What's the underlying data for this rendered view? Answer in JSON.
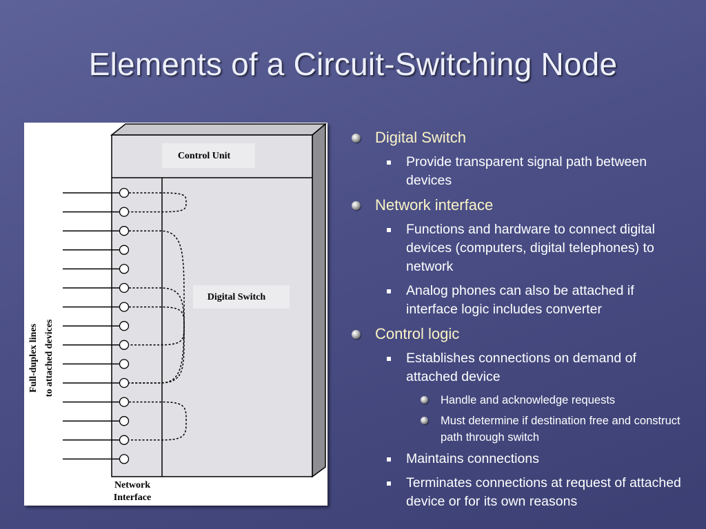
{
  "slide": {
    "title": "Elements of a Circuit-Switching Node"
  },
  "diagram": {
    "control_unit_label": "Control Unit",
    "digital_switch_label": "Digital Switch",
    "network_interface_label_line1": "Network",
    "network_interface_label_line2": "Interface",
    "side_label_line1": "Full-duplex lines",
    "side_label_line2": "to attached devices",
    "port_count": 15
  },
  "bullets": [
    {
      "label": "Digital Switch",
      "items": [
        {
          "label": "Provide transparent signal path between devices"
        }
      ]
    },
    {
      "label": "Network interface",
      "items": [
        {
          "label": "Functions and hardware to connect digital devices (computers, digital telephones) to network"
        },
        {
          "label": "Analog phones can also be attached if interface logic includes converter"
        }
      ]
    },
    {
      "label": "Control logic",
      "items": [
        {
          "label": "Establishes connections on demand of attached device",
          "items": [
            {
              "label": "Handle and acknowledge requests"
            },
            {
              "label": "Must determine if destination free and construct path through switch"
            }
          ]
        },
        {
          "label": "Maintains connections"
        },
        {
          "label": "Terminates connections at request of attached device or for its own reasons"
        }
      ]
    }
  ],
  "colors": {
    "background_top": "#5d6298",
    "background_bottom": "#3b3f72",
    "title_text": "#eef0fb",
    "level1_text": "#fbf4c6",
    "body_text": "#ffffff"
  }
}
